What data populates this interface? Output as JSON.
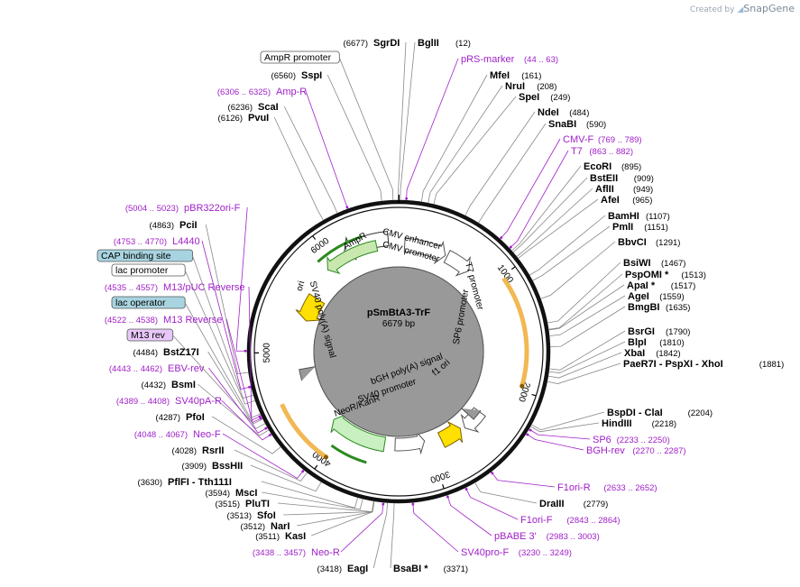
{
  "credit": {
    "prefix": "Created by",
    "brand": "SnapGene"
  },
  "plasmid": {
    "name": "pSmBtA3-TrF",
    "size_label": "6679 bp",
    "length": 6679
  },
  "colors": {
    "site_text": "#000000",
    "primer": "#a020c8",
    "backbone": "#111111",
    "orange_feature": "#f0b040",
    "green_feature": "#2a8a1e"
  },
  "ticks": [
    {
      "value": 1000,
      "label": "1000"
    },
    {
      "value": 2000,
      "label": "2000"
    },
    {
      "value": 3000,
      "label": "3000"
    },
    {
      "value": 4000,
      "label": "4000"
    },
    {
      "value": 5000,
      "label": "5000"
    },
    {
      "value": 6000,
      "label": "6000"
    }
  ],
  "inner_labels": [
    {
      "id": "cmv-enhancer",
      "text": "CMV enhancer"
    },
    {
      "id": "cmv-promoter",
      "text": "CMV promoter"
    },
    {
      "id": "t7-promoter",
      "text": "T7 promoter"
    },
    {
      "id": "sp6-promoter",
      "text": "SP6 promoter"
    },
    {
      "id": "f1-ori",
      "text": "f1 ori"
    },
    {
      "id": "bgh-polya",
      "text": "bGH poly(A) signal"
    },
    {
      "id": "sv40-promoter",
      "text": "SV40 promoter"
    },
    {
      "id": "neor-kanr",
      "text": "NeoR/KanR"
    },
    {
      "id": "sv40-polya",
      "text": "SV40 poly(A) signal"
    },
    {
      "id": "ori",
      "text": "ori"
    },
    {
      "id": "ampr",
      "text": "AmpR"
    }
  ],
  "labels": [
    {
      "id": "sgrdi",
      "kind": "site",
      "pos": "(6677)",
      "name": "SgrDI",
      "star": ""
    },
    {
      "id": "bglii",
      "kind": "site",
      "pos": "(12)",
      "name": "BglII",
      "star": ""
    },
    {
      "id": "ampr-promoter",
      "kind": "feature",
      "pos": "",
      "name": "AmpR promoter",
      "star": ""
    },
    {
      "id": "prs-marker",
      "kind": "primer",
      "pos": "(44 .. 63)",
      "name": "pRS-marker",
      "star": ""
    },
    {
      "id": "sspi",
      "kind": "site",
      "pos": "(6560)",
      "name": "SspI",
      "star": ""
    },
    {
      "id": "mfei",
      "kind": "site",
      "pos": "(161)",
      "name": "MfeI",
      "star": ""
    },
    {
      "id": "nrui",
      "kind": "site",
      "pos": "(208)",
      "name": "NruI",
      "star": ""
    },
    {
      "id": "amp-r",
      "kind": "primer",
      "pos": "(6306 .. 6325)",
      "name": "Amp-R",
      "star": ""
    },
    {
      "id": "spei",
      "kind": "site",
      "pos": "(249)",
      "name": "SpeI",
      "star": ""
    },
    {
      "id": "scai",
      "kind": "site",
      "pos": "(6236)",
      "name": "ScaI",
      "star": ""
    },
    {
      "id": "ndei",
      "kind": "site",
      "pos": "(484)",
      "name": "NdeI",
      "star": ""
    },
    {
      "id": "pvui",
      "kind": "site",
      "pos": "(6126)",
      "name": "PvuI",
      "star": ""
    },
    {
      "id": "snabi",
      "kind": "site",
      "pos": "(590)",
      "name": "SnaBI",
      "star": ""
    },
    {
      "id": "cmv-f",
      "kind": "primer",
      "pos": "(769 .. 789)",
      "name": "CMV-F",
      "star": ""
    },
    {
      "id": "t7",
      "kind": "primer",
      "pos": "(863 .. 882)",
      "name": "T7",
      "star": ""
    },
    {
      "id": "ecori",
      "kind": "site",
      "pos": "(895)",
      "name": "EcoRI",
      "star": ""
    },
    {
      "id": "bsteii",
      "kind": "site",
      "pos": "(909)",
      "name": "BstEII",
      "star": ""
    },
    {
      "id": "aflii",
      "kind": "site",
      "pos": "(949)",
      "name": "AflII",
      "star": ""
    },
    {
      "id": "afei",
      "kind": "site",
      "pos": "(965)",
      "name": "AfeI",
      "star": ""
    },
    {
      "id": "pbr322ori-f",
      "kind": "primer",
      "pos": "(5004 .. 5023)",
      "name": "pBR322ori-F",
      "star": ""
    },
    {
      "id": "bamhi",
      "kind": "site",
      "pos": "(1107)",
      "name": "BamHI",
      "star": ""
    },
    {
      "id": "pcii",
      "kind": "site",
      "pos": "(4863)",
      "name": "PciI",
      "star": ""
    },
    {
      "id": "pmli",
      "kind": "site",
      "pos": "(1151)",
      "name": "PmlI",
      "star": ""
    },
    {
      "id": "l4440",
      "kind": "primer",
      "pos": "(4753 .. 4770)",
      "name": "L4440",
      "star": ""
    },
    {
      "id": "bbvci",
      "kind": "site",
      "pos": "(1291)",
      "name": "BbvCI",
      "star": ""
    },
    {
      "id": "cap-binding-site",
      "kind": "feature",
      "pos": "",
      "name": "CAP binding site",
      "star": ""
    },
    {
      "id": "bsiwi",
      "kind": "site",
      "pos": "(1467)",
      "name": "BsiWI",
      "star": ""
    },
    {
      "id": "lac-promoter",
      "kind": "feature",
      "pos": "",
      "name": "lac promoter",
      "star": ""
    },
    {
      "id": "pspomi",
      "kind": "site",
      "pos": "(1513)",
      "name": "PspOMI",
      "star": "*"
    },
    {
      "id": "apai",
      "kind": "site",
      "pos": "(1517)",
      "name": "ApaI",
      "star": "*"
    },
    {
      "id": "m13-puc-reverse",
      "kind": "primer",
      "pos": "(4535 .. 4557)",
      "name": "M13/pUC Reverse",
      "star": ""
    },
    {
      "id": "agei",
      "kind": "site",
      "pos": "(1559)",
      "name": "AgeI",
      "star": ""
    },
    {
      "id": "lac-operator",
      "kind": "feature",
      "pos": "",
      "name": "lac operator",
      "star": ""
    },
    {
      "id": "bmgbi",
      "kind": "site",
      "pos": "(1635)",
      "name": "BmgBI",
      "star": ""
    },
    {
      "id": "m13-reverse",
      "kind": "primer",
      "pos": "(4522 .. 4538)",
      "name": "M13 Reverse",
      "star": ""
    },
    {
      "id": "m13-rev",
      "kind": "feature",
      "pos": "",
      "name": "M13 rev",
      "star": ""
    },
    {
      "id": "bsrgi",
      "kind": "site",
      "pos": "(1790)",
      "name": "BsrGI",
      "star": ""
    },
    {
      "id": "blpi",
      "kind": "site",
      "pos": "(1810)",
      "name": "BlpI",
      "star": ""
    },
    {
      "id": "bstz17i",
      "kind": "site",
      "pos": "(4484)",
      "name": "BstZ17I",
      "star": ""
    },
    {
      "id": "xbai",
      "kind": "site",
      "pos": "(1842)",
      "name": "XbaI",
      "star": ""
    },
    {
      "id": "paer7i",
      "kind": "site",
      "pos": "(1881)",
      "name": "PaeR7I - PspXI - XhoI",
      "star": ""
    },
    {
      "id": "ebv-rev",
      "kind": "primer",
      "pos": "(4443 .. 4462)",
      "name": "EBV-rev",
      "star": ""
    },
    {
      "id": "bsmi",
      "kind": "site",
      "pos": "(4432)",
      "name": "BsmI",
      "star": ""
    },
    {
      "id": "sv40pa-r",
      "kind": "primer",
      "pos": "(4389 .. 4408)",
      "name": "SV40pA-R",
      "star": ""
    },
    {
      "id": "bspdi",
      "kind": "site",
      "pos": "(2204)",
      "name": "BspDI - ClaI",
      "star": ""
    },
    {
      "id": "pfoi",
      "kind": "site",
      "pos": "(4287)",
      "name": "PfoI",
      "star": ""
    },
    {
      "id": "hindiii",
      "kind": "site",
      "pos": "(2218)",
      "name": "HindIII",
      "star": ""
    },
    {
      "id": "neo-f",
      "kind": "primer",
      "pos": "(4048 .. 4067)",
      "name": "Neo-F",
      "star": ""
    },
    {
      "id": "sp6",
      "kind": "primer",
      "pos": "(2233 .. 2250)",
      "name": "SP6",
      "star": ""
    },
    {
      "id": "rsrii",
      "kind": "site",
      "pos": "(4028)",
      "name": "RsrII",
      "star": ""
    },
    {
      "id": "bgh-rev",
      "kind": "primer",
      "pos": "(2270 .. 2287)",
      "name": "BGH-rev",
      "star": ""
    },
    {
      "id": "bsshii",
      "kind": "site",
      "pos": "(3909)",
      "name": "BssHII",
      "star": ""
    },
    {
      "id": "pflfi",
      "kind": "site",
      "pos": "(3630)",
      "name": "PflFI - Tth111I",
      "star": ""
    },
    {
      "id": "f1ori-r",
      "kind": "primer",
      "pos": "(2633 .. 2652)",
      "name": "F1ori-R",
      "star": ""
    },
    {
      "id": "msci",
      "kind": "site",
      "pos": "(3594)",
      "name": "MscI",
      "star": ""
    },
    {
      "id": "draiii",
      "kind": "site",
      "pos": "(2779)",
      "name": "DraIII",
      "star": ""
    },
    {
      "id": "plutI",
      "kind": "site",
      "pos": "(3515)",
      "name": "PluTI",
      "star": ""
    },
    {
      "id": "sfoi",
      "kind": "site",
      "pos": "(3513)",
      "name": "SfoI",
      "star": ""
    },
    {
      "id": "f1ori-f",
      "kind": "primer",
      "pos": "(2843 .. 2864)",
      "name": "F1ori-F",
      "star": ""
    },
    {
      "id": "nari",
      "kind": "site",
      "pos": "(3512)",
      "name": "NarI",
      "star": ""
    },
    {
      "id": "kasi",
      "kind": "site",
      "pos": "(3511)",
      "name": "KasI",
      "star": ""
    },
    {
      "id": "pbabe3",
      "kind": "primer",
      "pos": "(2983 .. 3003)",
      "name": "pBABE 3'",
      "star": ""
    },
    {
      "id": "neo-r",
      "kind": "primer",
      "pos": "(3438 .. 3457)",
      "name": "Neo-R",
      "star": ""
    },
    {
      "id": "sv40pro-f",
      "kind": "primer",
      "pos": "(3230 .. 3249)",
      "name": "SV40pro-F",
      "star": ""
    },
    {
      "id": "eagi",
      "kind": "site",
      "pos": "(3418)",
      "name": "EagI",
      "star": ""
    },
    {
      "id": "bsabi",
      "kind": "site",
      "pos": "(3371)",
      "name": "BsaBI",
      "star": "*"
    }
  ]
}
